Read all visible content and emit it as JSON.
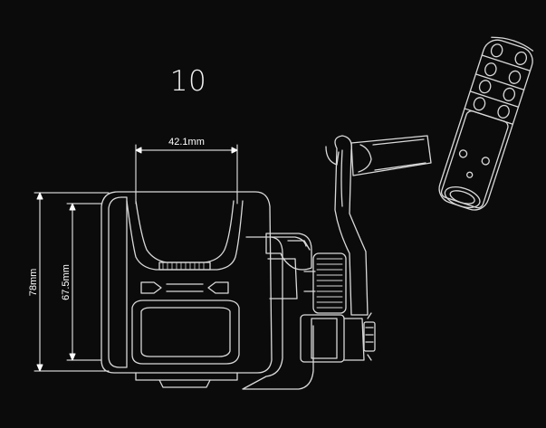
{
  "product": {
    "size_label": "10"
  },
  "dimensions": {
    "spool_width": "42.1mm",
    "body_height": "78mm",
    "spool_height": "67.5mm"
  },
  "colors": {
    "background": "#0b0b0b",
    "line": "#d9d9d9",
    "dim_line": "#ffffff"
  }
}
